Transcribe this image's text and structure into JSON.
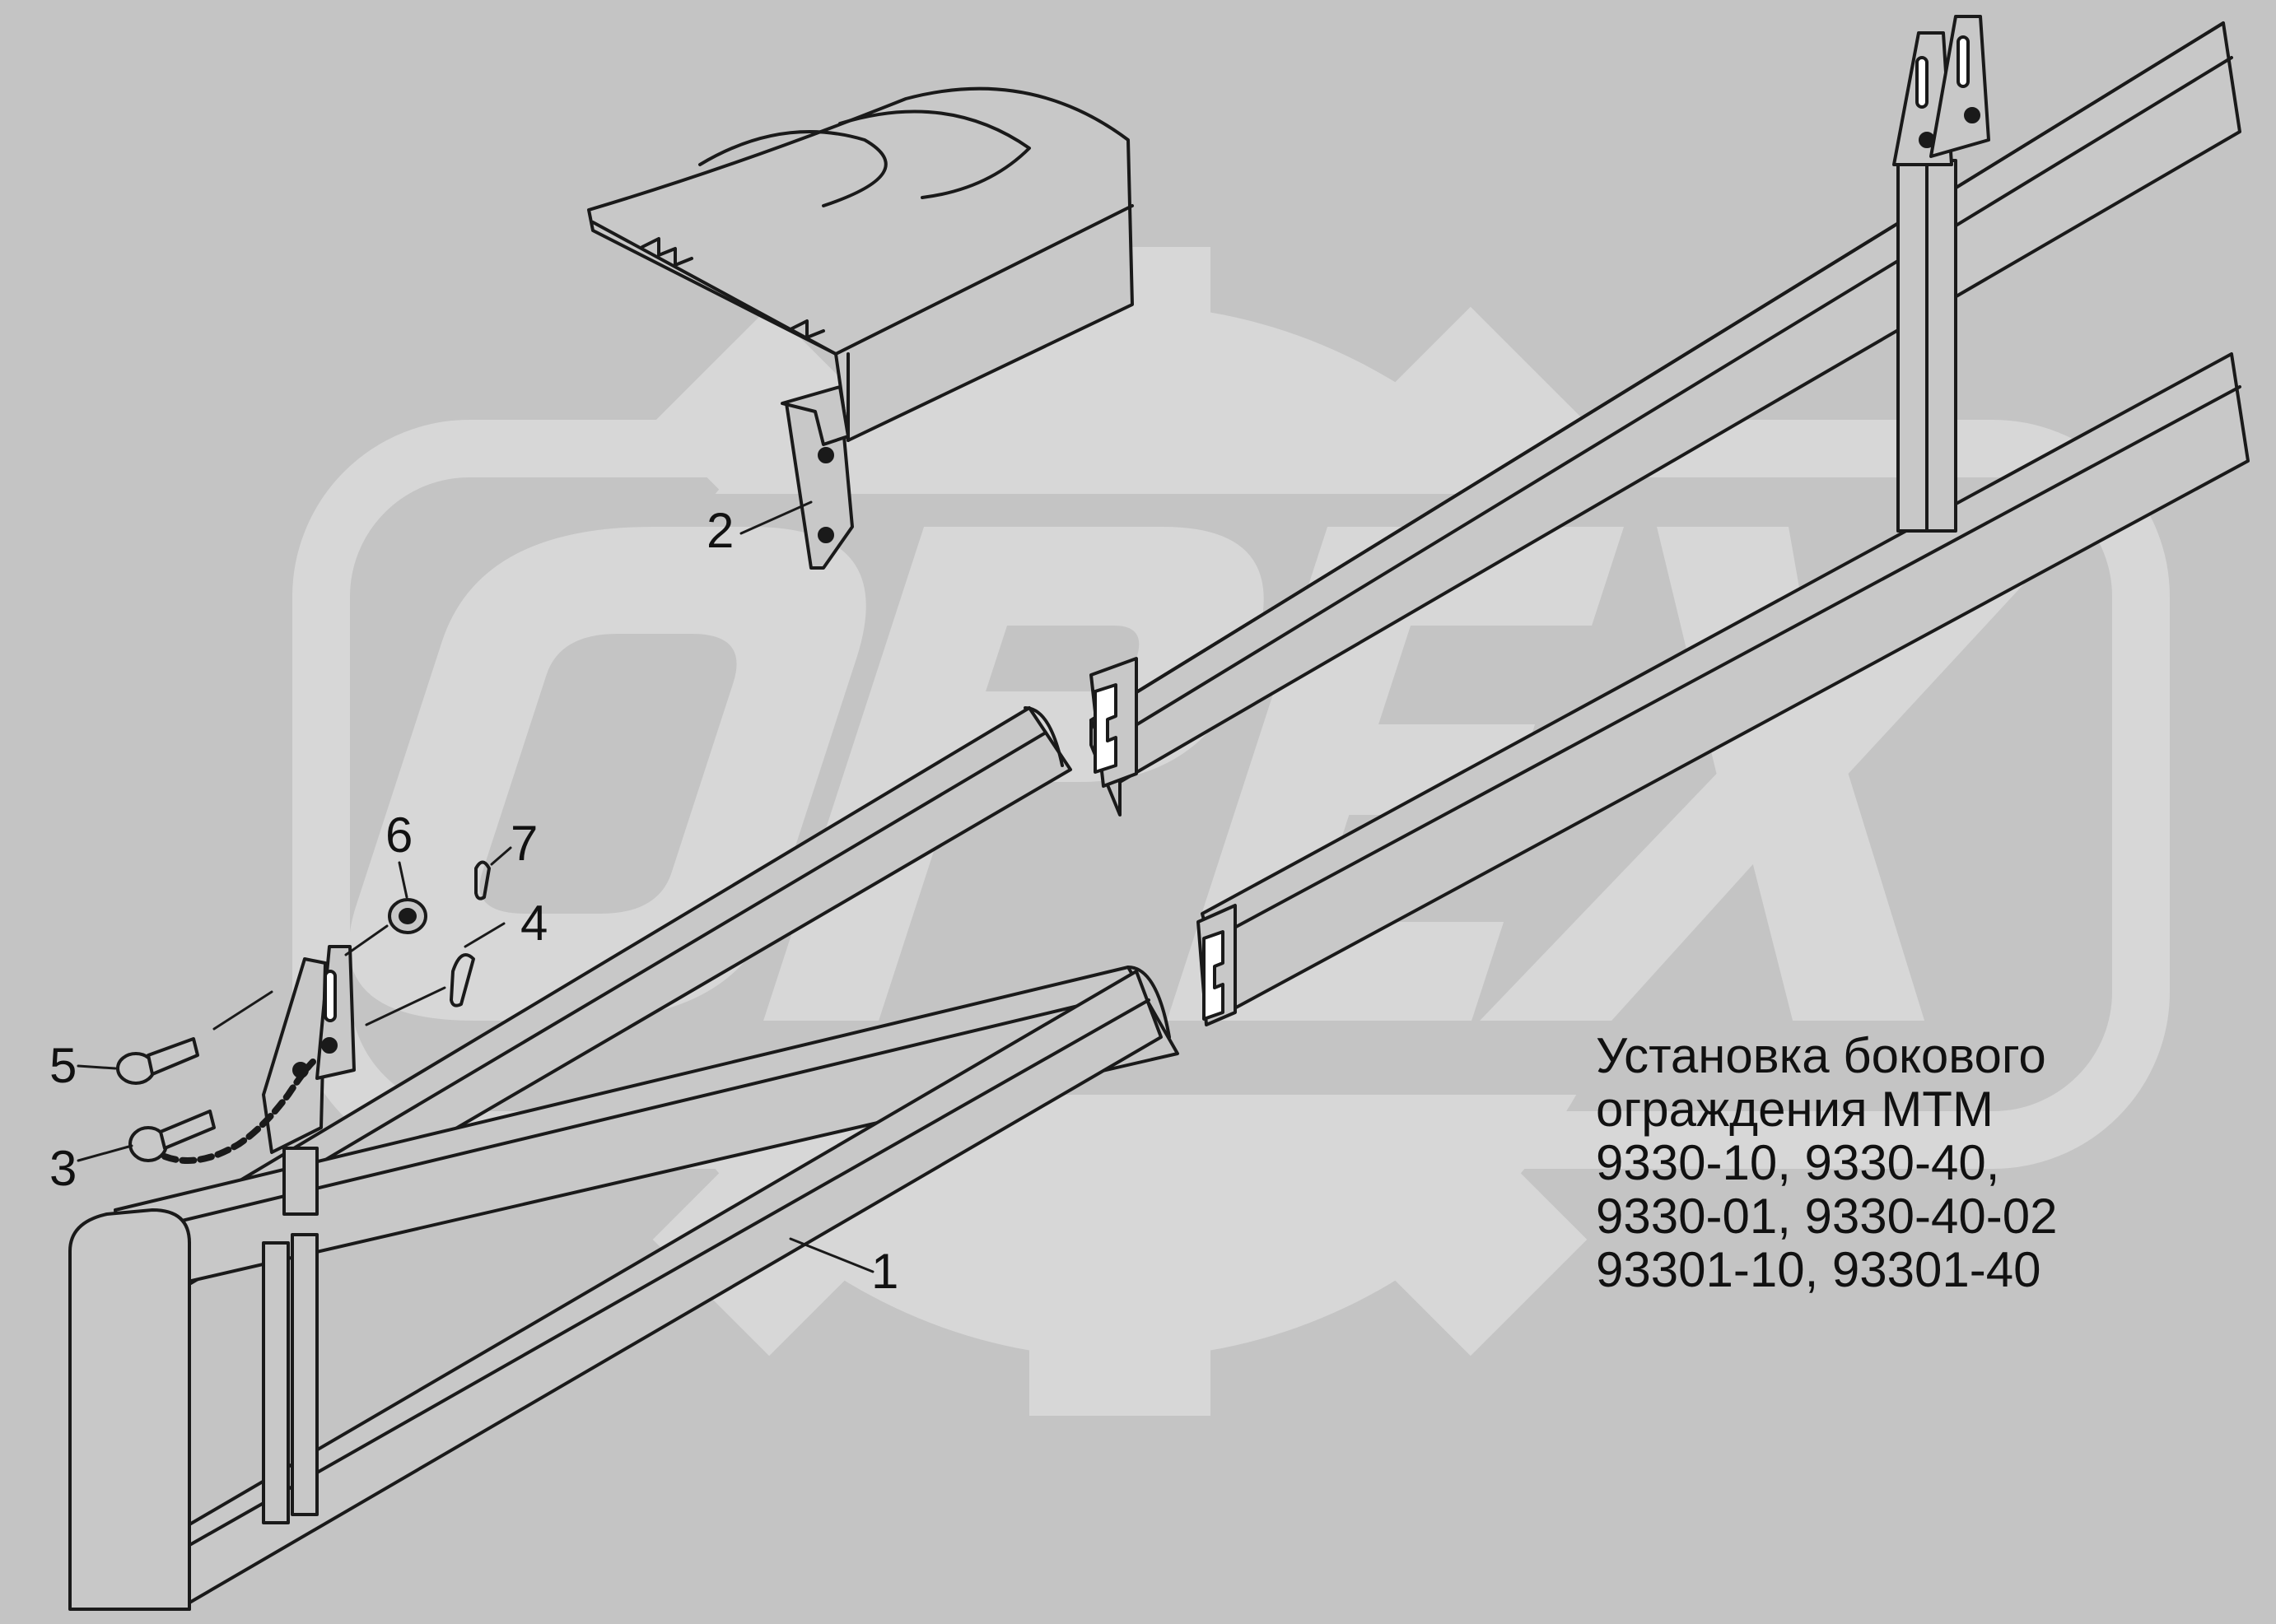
{
  "callouts": {
    "c1": "1",
    "c2": "2",
    "c3": "3",
    "c4": "4",
    "c5": "5",
    "c6": "6",
    "c7": "7"
  },
  "caption": {
    "line1": "Установка бокового",
    "line2": "ограждения МТМ",
    "line3": "9330-10, 9330-40,",
    "line4": "9330-01, 9330-40-02",
    "line5": "93301-10, 93301-40"
  },
  "watermark": {
    "text": "OPEX"
  },
  "colors": {
    "background": "#c4c4c4",
    "line": "#1a1a1a",
    "watermark": "#d7d7d7",
    "parts_fill": "#c8c8c8"
  }
}
